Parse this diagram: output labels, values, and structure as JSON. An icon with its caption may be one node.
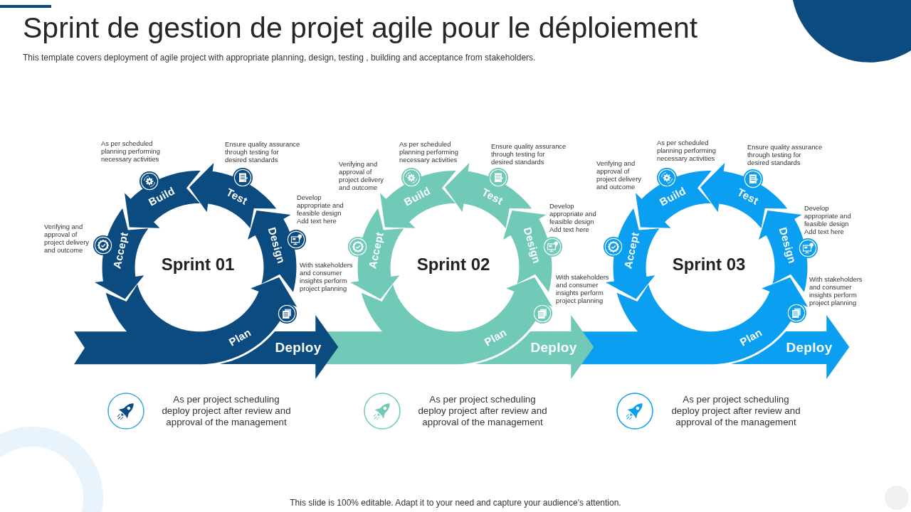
{
  "diagram": {
    "title": "Sprint de gestion de projet agile pour le déploiement",
    "nodes": [
      {
        "text": [
          "Plan"
        ],
        "beside": [
          "With stakeholders and consumer insights perform project planning"
        ]
      },
      {
        "text": [
          "Design"
        ],
        "beside": [
          "Develop appropriate and feasible design Add text here"
        ]
      },
      {
        "text": [
          "Test"
        ],
        "beside": [
          "Ensure quality assurance through testing for desired standards"
        ]
      },
      {
        "text": [
          "Build"
        ],
        "beside": [
          "As per scheduled planning performing necessary activities"
        ]
      },
      {
        "text": [
          "Accept"
        ],
        "beside": [
          "Verifying and approval of project delivery and outcome"
        ]
      },
      {
        "text": [
          "Deploy"
        ]
      },
      {
        "text": [
          "Plan"
        ],
        "beside": [
          "With stakeholders and consumer insights perform project planning"
        ]
      },
      {
        "text": [
          "Design"
        ],
        "beside": [
          "Develop appropriate and feasible design Add text here"
        ]
      },
      {
        "text": [
          "Test"
        ],
        "beside": [
          "Ensure quality assurance through testing for desired standards"
        ]
      },
      {
        "text": [
          "Build"
        ]
      },
      {
        "text": [
          "Accept"
        ]
      },
      {
        "text": [
          "Deploy"
        ]
      },
      {
        "text": [
          "Plan"
        ],
        "beside": [
          "With stakeholders and consumer insights perform project planning"
        ]
      },
      {
        "text": [
          "Design"
        ],
        "beside": [
          "Develop appropriate and feasible design Add text here"
        ]
      },
      {
        "text": [
          "Test"
        ],
        "beside": [
          "Ensure quality assurance through testing for desired standards"
        ]
      },
      {
        "text": [
          "Build"
        ]
      },
      {
        "text": [
          "Accept"
        ]
      },
      {
        "text": [
          "Deploy"
        ]
      }
    ],
    "labels": [
      "This template covers deployment of agile project with appropriate planning, design, testing , building and acceptance from stakeholders.",
      "As per scheduled planning performing necessary activities",
      "As per scheduled planning performing necessary activities",
      "Verifying and approval of project delivery and outcome",
      "Verifying and approval of project delivery and outcome",
      "Sprint 01",
      "Sprint 02",
      "Sprint 03",
      "As per project scheduling deploy project after review and approval of the management",
      "As per project scheduling deploy project after review and approval of the management",
      "As per project scheduling deploy project after review and approval of the management",
      "This slide is 100% editable. Adapt it to your need and capture your audience’s attention."
    ]
  }
}
